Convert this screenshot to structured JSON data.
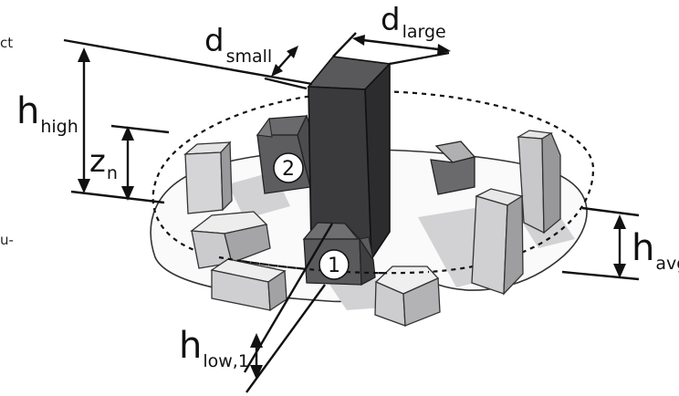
{
  "cropped_text": {
    "top_left": "ct",
    "mid_left": "u-"
  },
  "labels": {
    "d_small": {
      "main": "d",
      "sub": "small"
    },
    "d_large": {
      "main": "d",
      "sub": "large"
    },
    "h_high": {
      "main": "h",
      "sub": "high"
    },
    "z_n": {
      "main": "z",
      "sub": "n"
    },
    "h_avg": {
      "main": "h",
      "sub": "avg"
    },
    "h_low_1": {
      "main": "h",
      "sub": "low,1"
    }
  },
  "markers": [
    "1",
    "2"
  ],
  "colors": {
    "tall_building": "#3a3a3c",
    "dark_building": "#5f5f62",
    "light_building": "#c9c9cb",
    "footprint_outline": "#333333"
  }
}
